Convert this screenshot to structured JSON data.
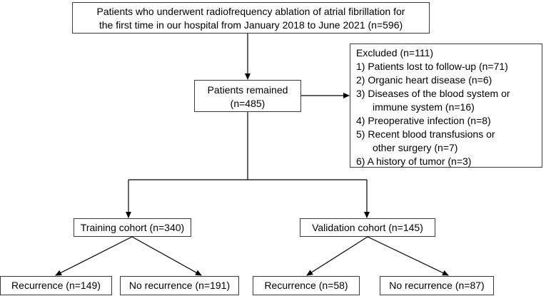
{
  "top_box": {
    "line1": "Patients who underwent radiofrequency ablation of atrial fibrillation for",
    "line2": "the first time in our hospital from January 2018 to June 2021 (n=596)"
  },
  "remained_box": {
    "line1": "Patients remained",
    "line2": "(n=485)"
  },
  "excluded_box": {
    "title": "Excluded (n=111)",
    "items": [
      "1) Patients lost to follow-up (n=71)",
      "2) Organic heart disease (n=6)",
      "3) Diseases of the blood system or",
      "immune system (n=16)",
      "4) Preoperative infection (n=8)",
      "5) Recent blood transfusions or",
      "other surgery (n=7)",
      "6) A history of tumor (n=3)"
    ]
  },
  "cohorts": {
    "training": "Training cohort (n=340)",
    "validation": "Validation cohort (n=145)"
  },
  "outcomes": {
    "training_recurrence": "Recurrence (n=149)",
    "training_no_recurrence": "No recurrence (n=191)",
    "validation_recurrence": "Recurrence (n=58)",
    "validation_no_recurrence": "No recurrence (n=87)"
  },
  "colors": {
    "border": "#3a3a3a",
    "text": "#000000",
    "background": "#ffffff"
  }
}
